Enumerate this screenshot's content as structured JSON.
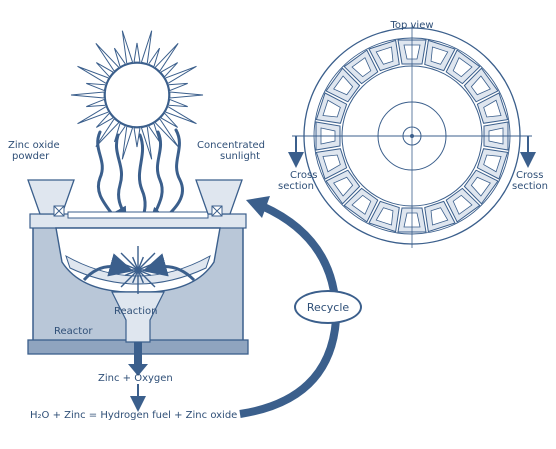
{
  "labels": {
    "top_view": "Top view",
    "zinc_oxide_powder_1": "Zinc oxide",
    "zinc_oxide_powder_2": "powder",
    "concentrated_sunlight_1": "Concentrated",
    "concentrated_sunlight_2": "sunlight",
    "cross_section_left_1": "Cross",
    "cross_section_left_2": "section",
    "cross_section_right_1": "Cross",
    "cross_section_right_2": "section",
    "reaction": "Reaction",
    "reactor": "Reactor",
    "recycle": "Recycle",
    "zinc_oxygen": "Zinc + Oxygen",
    "equation": "H₂O + Zinc = Hydrogen fuel + Zinc oxide"
  },
  "colors": {
    "ink": "#2f4f77",
    "line": "#3b5f8c",
    "fill_light": "#dfe6ef",
    "fill_mid": "#b9c7d8",
    "fill_dark": "#8fa4bf"
  }
}
